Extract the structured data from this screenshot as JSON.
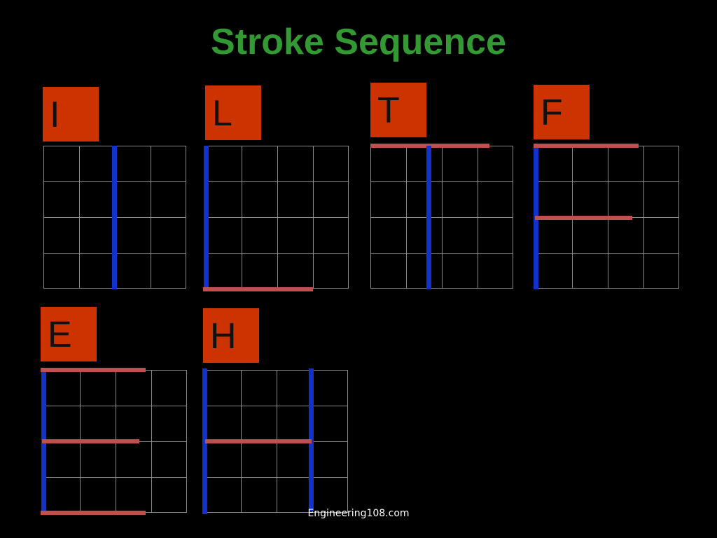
{
  "slide": {
    "title": "Stroke Sequence",
    "footer": "Engineering108.com"
  },
  "letters": {
    "i": "I",
    "l": "L",
    "t": "T",
    "f": "F",
    "e": "E",
    "h": "H"
  },
  "colors": {
    "title": "#339933",
    "letter_box": "#cc3300",
    "vertical_stroke": "#1133cc",
    "horizontal_stroke": "#c0504d",
    "grid_lines": "#8a8a8a",
    "background": "#000000"
  }
}
